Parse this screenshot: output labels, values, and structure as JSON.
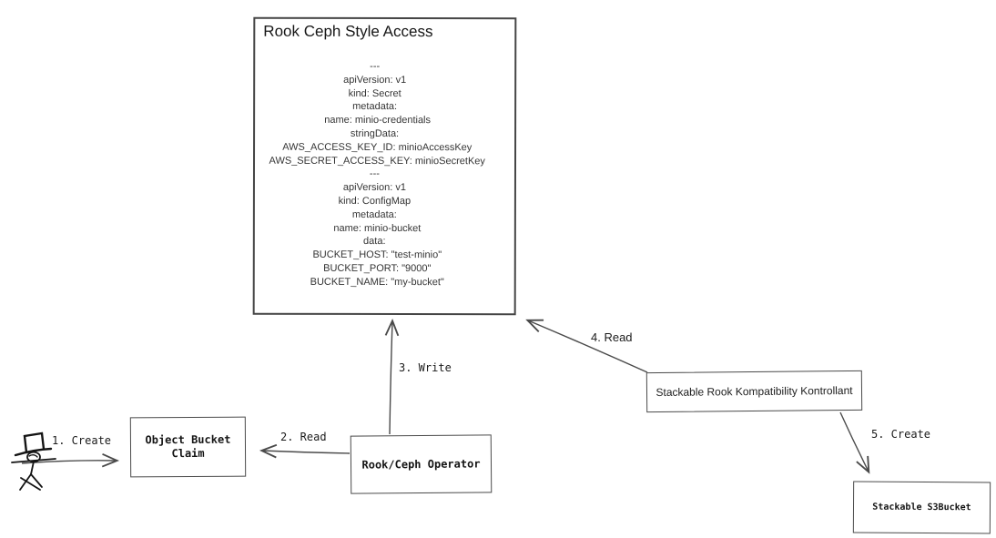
{
  "diagram": {
    "main_box": {
      "title": "Rook Ceph Style Access",
      "yaml_lines": [
        "---",
        "apiVersion: v1",
        "kind: Secret",
        "metadata:",
        "  name: minio-credentials",
        "stringData:",
        "  AWS_ACCESS_KEY_ID: minioAccessKey",
        "  AWS_SECRET_ACCESS_KEY: minioSecretKey",
        "---",
        "apiVersion: v1",
        "kind: ConfigMap",
        "metadata:",
        "  name: minio-bucket",
        "data:",
        "  BUCKET_HOST: \"test-minio\"",
        "  BUCKET_PORT: \"9000\"",
        "  BUCKET_NAME: \"my-bucket\""
      ]
    },
    "nodes": {
      "object_bucket_claim": {
        "label": "Object Bucket Claim"
      },
      "rook_ceph_operator": {
        "label": "Rook/Ceph Operator"
      },
      "stackable_rook_kompatibility_kontrollant": {
        "label": "Stackable Rook Kompatibility Kontrollant"
      },
      "stackable_s3bucket": {
        "label": "Stackable S3Bucket"
      }
    },
    "actor": {
      "description": "stick figure with top hat (user)"
    },
    "edges": {
      "e1": {
        "label": "1. Create",
        "from": "user",
        "to": "object_bucket_claim"
      },
      "e2": {
        "label": "2. Read",
        "from": "rook_ceph_operator",
        "to": "object_bucket_claim"
      },
      "e3": {
        "label": "3. Write",
        "from": "rook_ceph_operator",
        "to": "rook_ceph_style_access"
      },
      "e4": {
        "label": "4. Read",
        "from": "stackable_rook_kompatibility_kontrollant",
        "to": "rook_ceph_style_access"
      },
      "e5": {
        "label": "5. Create",
        "from": "stackable_rook_kompatibility_kontrollant",
        "to": "stackable_s3bucket"
      }
    },
    "colors": {
      "stroke": "#4a4a4a",
      "text": "#1d1d1d",
      "background": "#ffffff"
    }
  }
}
